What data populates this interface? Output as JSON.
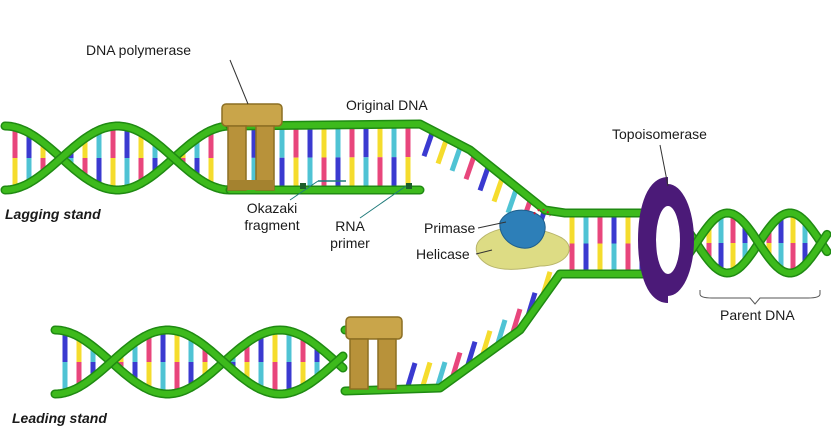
{
  "labels": {
    "dna_polymerase": "DNA polymerase",
    "original_dna": "Original DNA",
    "topoisomerase": "Topoisomerase",
    "lagging_strand": "Lagging stand",
    "leading_strand": "Leading stand",
    "okazaki_line1": "Okazaki",
    "okazaki_line2": "fragment",
    "rna_line1": "RNA",
    "rna_line2": "primer",
    "primase": "Primase",
    "helicase": "Helicase",
    "parent_dna": "Parent DNA"
  },
  "colors": {
    "backbone": "#3dba1c",
    "backbone_dark": "#1f8a12",
    "base_palette": [
      "#e8467c",
      "#3a3ad0",
      "#f5dc2d",
      "#4fc3d4"
    ],
    "polymerase": "#c9a54a",
    "topoisomerase": "#4b1a78",
    "helicase": "#dddc84",
    "primase": "#2d7fb8",
    "label_line": "#1f7a7a"
  }
}
